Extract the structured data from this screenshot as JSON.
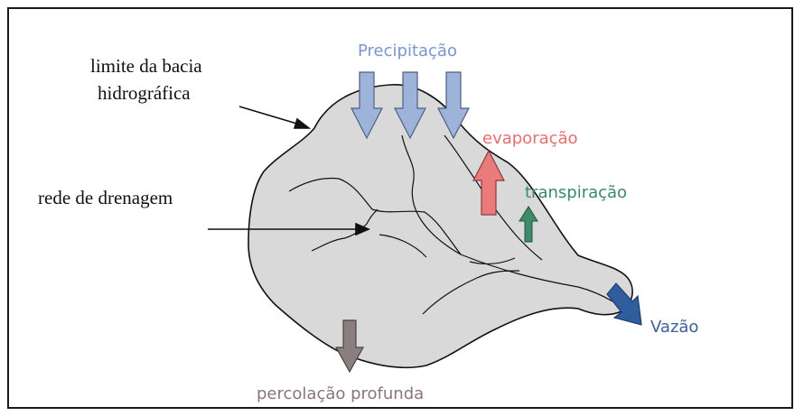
{
  "labels": {
    "limite_line1": "limite da bacia",
    "limite_line2": "hidrográfica",
    "rede": "rede de drenagem",
    "precipitacao": "Precipitação",
    "evaporacao": "evaporação",
    "transpiracao": "transpiração",
    "vazao": "Vazão",
    "percolacao": "percolação profunda"
  },
  "colors": {
    "basin_fill": "#d9d9d9",
    "precipitation": "#9db3d9",
    "evaporation": "#ea7b7b",
    "transpiration": "#3f8a6b",
    "discharge": "#2f5d9e",
    "percolation": "#8a7e7e",
    "text_precipitation": "#7b96cc",
    "text_evaporation": "#e46f6f",
    "text_transpiration": "#3a8a66",
    "text_discharge": "#3f5f98",
    "text_percolation": "#8a7676"
  },
  "icons": {
    "precipitation": "arrow-down-icon",
    "evaporation": "arrow-up-icon",
    "transpiration": "arrow-up-icon",
    "discharge": "arrow-down-right-icon",
    "percolation": "arrow-down-icon"
  }
}
